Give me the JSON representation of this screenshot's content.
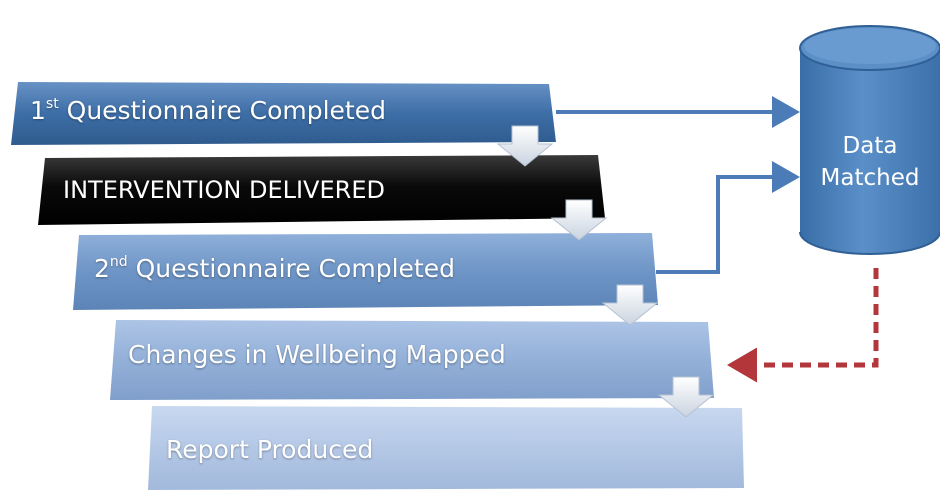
{
  "steps": [
    {
      "pre": "1",
      "sup": "st",
      "post": " Questionnaire Completed"
    },
    {
      "pre": "INTERVENTION DELIVERED",
      "sup": "",
      "post": ""
    },
    {
      "pre": "2",
      "sup": "nd",
      "post": " Questionnaire Completed"
    },
    {
      "pre": "Changes in Wellbeing Mapped",
      "sup": "",
      "post": ""
    },
    {
      "pre": "Report Produced",
      "sup": "",
      "post": ""
    }
  ],
  "database": {
    "line1": "Data",
    "line2": "Matched"
  },
  "colors": {
    "step1": "#3d6ea6",
    "step2": "#0a0a0a",
    "step3": "#6e95c6",
    "step4": "#93b0d8",
    "step5": "#b4c8e6",
    "connector": "#4b7cb8",
    "cylinder": "#4a80ba",
    "feedback_arrow": "#b2363a"
  }
}
